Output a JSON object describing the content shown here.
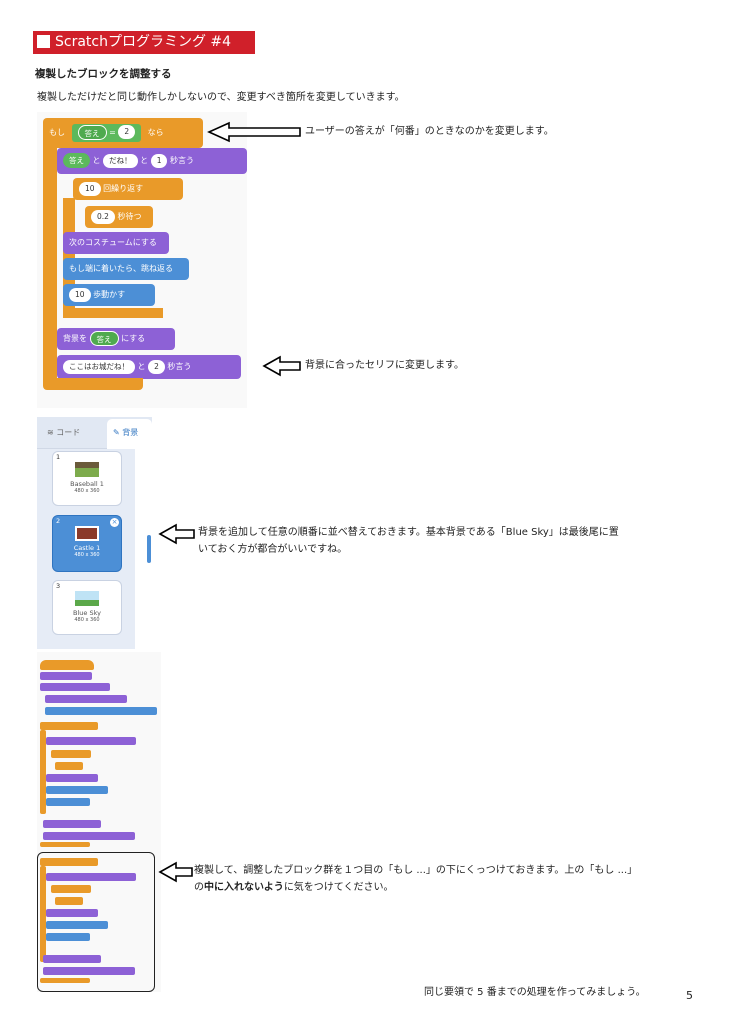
{
  "header": {
    "title": "Scratchプログラミング #4"
  },
  "subheading": "複製したブロックを調整する",
  "intro": "複製しただけだと同じ動作しかしないので、変更すべき箇所を変更していきます。",
  "notes": {
    "answer": "ユーザーの答えが「何番」のときなのかを変更します。",
    "line": "背景に合ったセリフに変更します。",
    "backdrop_line1": "背景を追加して任意の順番に並べ替えておきます。基本背景である「Blue Sky」は最後尾に置",
    "backdrop_line2": "いておく方が都合がいいですね。",
    "dup_line1": "複製して、調整したブロック群を１つ目の「もし ...」の下にくっつけておきます。上の「もし ...」",
    "dup_line2_pre": "の",
    "dup_line2_bold": "中に入れないよう",
    "dup_line2_post": "に気をつけてください。"
  },
  "blocks": {
    "if_label": "もし",
    "answer": "答え",
    "eq": "=",
    "two": "2",
    "then": "なら",
    "to": "と",
    "dane": "だね！",
    "one": "1",
    "say_secs": "秒言う",
    "ten": "10",
    "repeat": "回繰り返す",
    "wait_val": "0.2",
    "wait": "秒待つ",
    "next_costume": "次のコスチュームにする",
    "bounce": "もし端に着いたら、跳ね返る",
    "move": "歩動かす",
    "backdrop_to": "背景を",
    "set_to": "にする",
    "castle_text": "ここはお城だね！",
    "say2": "2",
    "say2_label": "秒言う"
  },
  "backdrops": {
    "tab_code": "コード",
    "tab_backdrop": "背景",
    "items": [
      {
        "num": "1",
        "name": "Baseball 1",
        "size": "480 x 360"
      },
      {
        "num": "2",
        "name": "Castle 1",
        "size": "480 x 360"
      },
      {
        "num": "3",
        "name": "Blue Sky",
        "size": "480 x 360"
      }
    ]
  },
  "footer": "同じ要領で 5 番までの処理を作ってみましょう。",
  "page_number": "5"
}
